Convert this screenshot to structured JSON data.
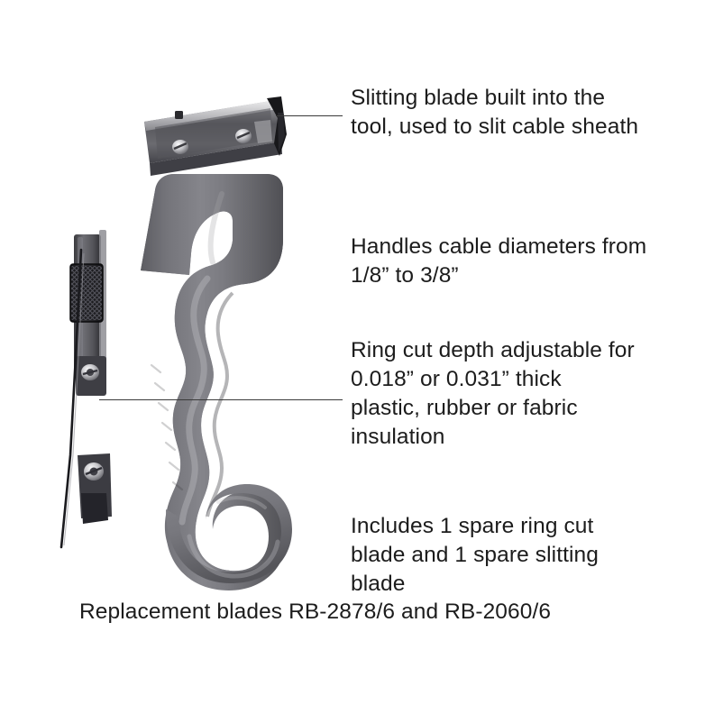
{
  "page": {
    "background_color": "#ffffff",
    "text_color": "#1c1c1c",
    "leader_line_color": "#3a3a3a"
  },
  "product": {
    "name": "cable-sheath-stripping-tool",
    "body_color": "#75757a",
    "body_highlight_color": "#a9a9ae",
    "body_shadow_color": "#4e4e53",
    "metal_color": "#6e6e72",
    "metal_highlight_color": "#d8d8da",
    "blade_color": "#1b1b1e",
    "knob_color": "#232326",
    "screw_color": "#e8e8ea",
    "parts": [
      "metal-blade-housing",
      "slitting-blade",
      "housing-screw-left",
      "housing-screw-right",
      "knurled-adjustment-knob",
      "ring-cut-blade-carrier",
      "upper-bracket-screw",
      "lower-bracket-screw",
      "ring-cut-blade",
      "plastic-handle-body",
      "cable-hook"
    ]
  },
  "callouts": [
    {
      "id": "slitting-blade",
      "text": "Slitting blade built into the\ntool, used to slit cable sheath",
      "has_leader_line": true
    },
    {
      "id": "cable-diameters",
      "text": "Handles cable diameters from\n1/8” to 3/8”",
      "has_leader_line": false
    },
    {
      "id": "ring-cut-depth",
      "text": "Ring cut depth adjustable for\n0.018” or 0.031” thick\nplastic, rubber or fabric\ninsulation",
      "has_leader_line": true
    },
    {
      "id": "spare-blades",
      "text": "Includes 1 spare ring cut\nblade and 1 spare slitting\nblade",
      "has_leader_line": false
    }
  ],
  "footer": {
    "replacement_blades": "Replacement blades RB-2878/6 and RB-2060/6"
  }
}
